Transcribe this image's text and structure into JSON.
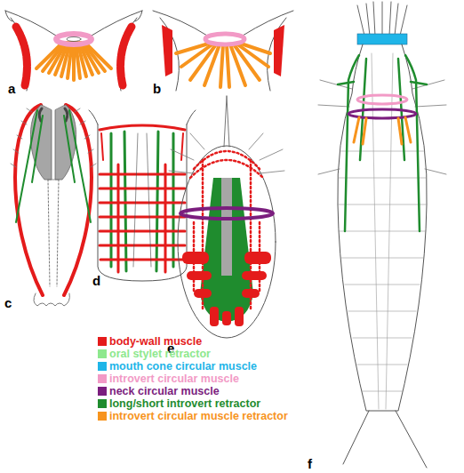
{
  "diagram": {
    "labels": [
      "a",
      "b",
      "c",
      "d",
      "e",
      "f"
    ],
    "legend": [
      {
        "text": "body-wall muscle",
        "color": "#e41b1b"
      },
      {
        "text": "oral stylet retractor",
        "color": "#8ee88e"
      },
      {
        "text": "mouth cone circular muscle",
        "color": "#1fb5e8"
      },
      {
        "text": "introvert circular muscle",
        "color": "#f29ac6"
      },
      {
        "text": "neck circular muscle",
        "color": "#7b1e7e"
      },
      {
        "text": "long/short introvert retractor",
        "color": "#1f8c2e"
      },
      {
        "text": "introvert circular muscle retractor",
        "color": "#f7941d"
      }
    ]
  }
}
